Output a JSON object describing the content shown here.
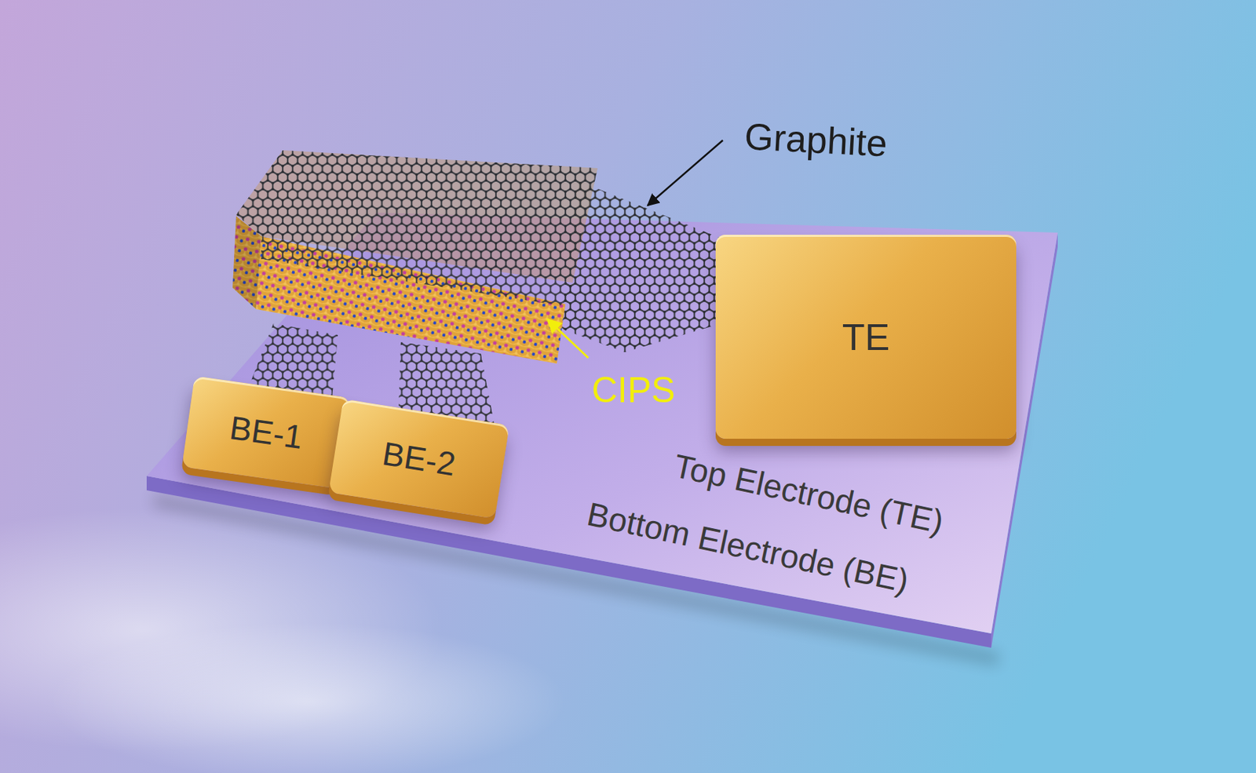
{
  "diagram": {
    "nodes": [
      {
        "text": [
          "TE"
        ]
      },
      {
        "text": [
          "BE-1"
        ]
      },
      {
        "text": [
          "BE-2"
        ]
      }
    ],
    "labels": [
      "Graphite",
      "CIPS",
      "Top Electrode (TE)",
      "Bottom Electrode (BE)"
    ]
  }
}
